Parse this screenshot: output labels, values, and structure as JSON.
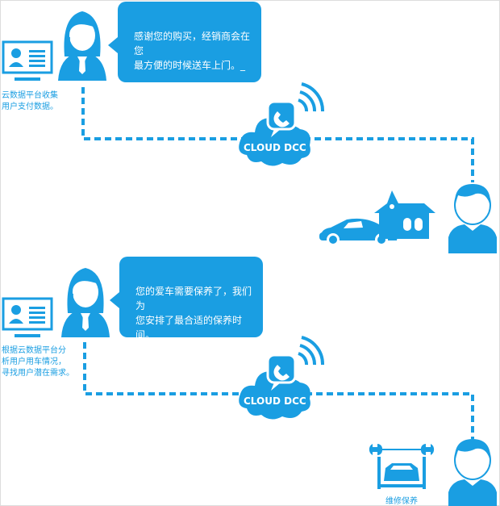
{
  "accent_color": "#1a9ee2",
  "panels": [
    {
      "caption": [
        "云数据平台收集",
        "用户支付数据。"
      ],
      "bubble_text": [
        "感谢您的购买，经销商会在您",
        "最方便的时候送车上门。_"
      ],
      "cloud_label": "CLOUD DCC",
      "destination_icons": [
        "car-icon",
        "house-icon"
      ]
    },
    {
      "caption": [
        "根据云数据平台分",
        "析用户用车情况，",
        "寻找用户潜在需求。"
      ],
      "bubble_text": [
        "您的爱车需要保养了，我们为",
        "您安排了最合适的保养时间。_"
      ],
      "cloud_label": "CLOUD DCC",
      "destination_icons": [
        "car-service-icon"
      ],
      "destination_label": "维修保养"
    }
  ]
}
